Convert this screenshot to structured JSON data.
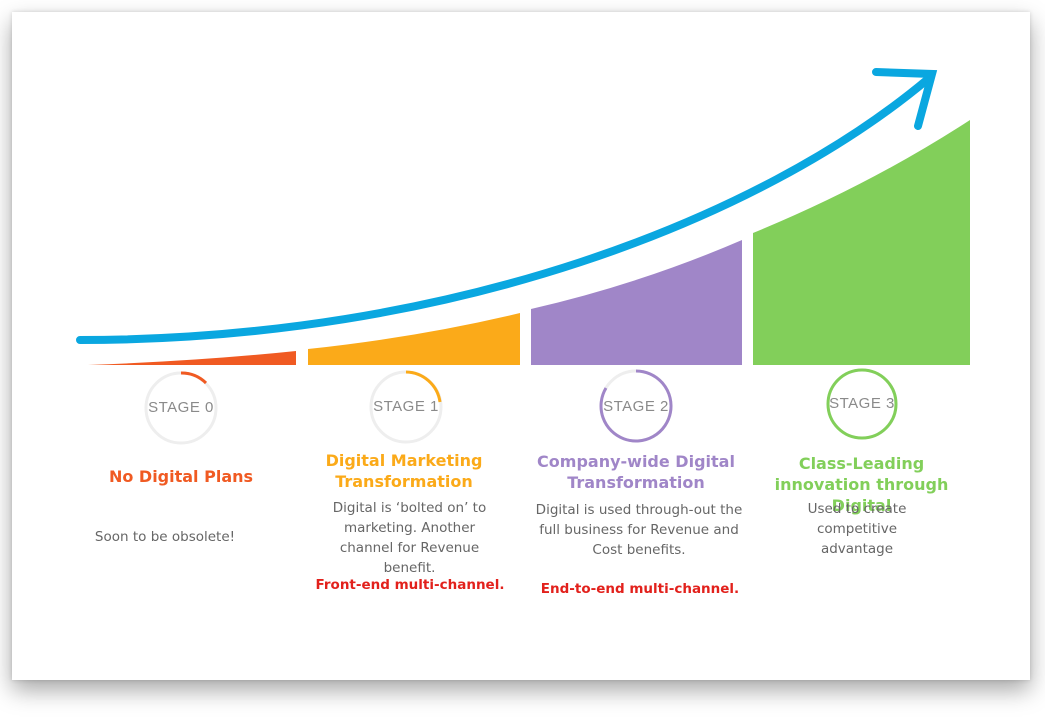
{
  "colors": {
    "stage0": "#f05a22",
    "stage1": "#fbaa19",
    "stage2": "#a086c8",
    "stage3": "#82cf5a",
    "arrow": "#0aa7e0",
    "note": "#e2211c"
  },
  "stages": [
    {
      "label": "STAGE 0",
      "title": "No Digital Plans",
      "description": "Soon to be obsolete!",
      "note": ""
    },
    {
      "label": "STAGE 1",
      "title": "Digital Marketing Transformation",
      "description": "Digital is ‘bolted on’ to marketing. Another channel for Revenue benefit.",
      "note": "Front-end multi-channel."
    },
    {
      "label": "STAGE 2",
      "title": "Company-wide Digital Transformation",
      "description": "Digital is used through-out the full business for Revenue and Cost benefits.",
      "note": "End-to-end multi-channel."
    },
    {
      "label": "STAGE 3",
      "title": "Class-Leading innovation through Digital",
      "description": "Used to create competitive advantage",
      "note": ""
    }
  ]
}
